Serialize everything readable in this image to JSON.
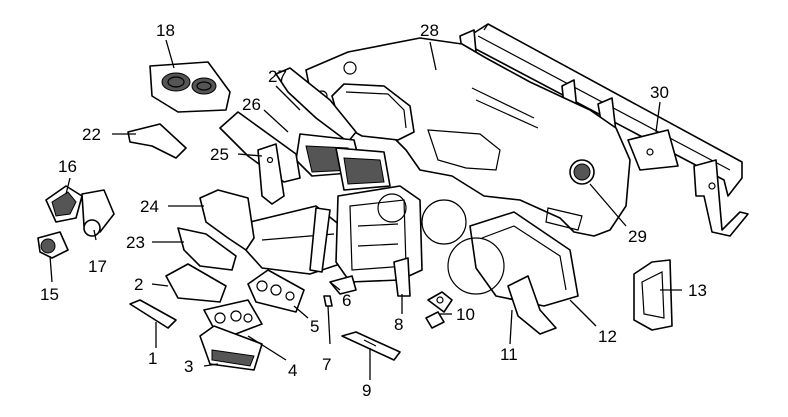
{
  "callouts": {
    "c1": "1",
    "c2": "2",
    "c3": "3",
    "c4": "4",
    "c5": "5",
    "c6": "6",
    "c7": "7",
    "c8": "8",
    "c9": "9",
    "c10": "10",
    "c11": "11",
    "c12": "12",
    "c13": "13",
    "c15": "15",
    "c16": "16",
    "c17": "17",
    "c18": "18",
    "c22": "22",
    "c23": "23",
    "c24": "24",
    "c25": "25",
    "c26": "26",
    "c27": "27",
    "c28": "28",
    "c29": "29",
    "c30": "30"
  },
  "colors": {
    "line": "#000000",
    "background": "#ffffff"
  }
}
